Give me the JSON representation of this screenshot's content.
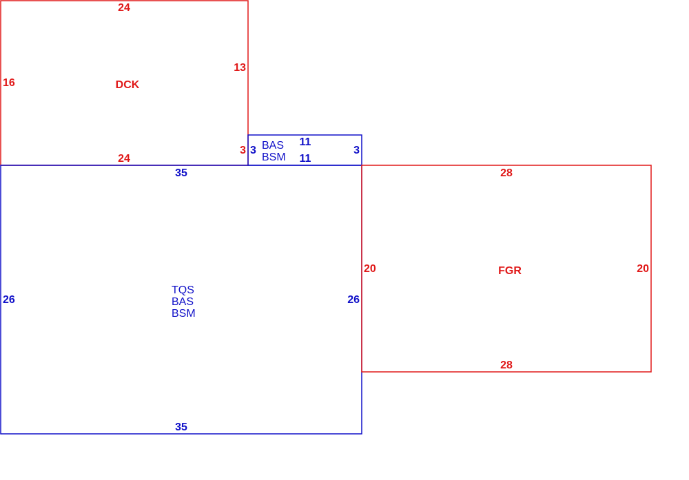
{
  "colors": {
    "red": "#e01818",
    "blue": "#1010c8"
  },
  "areas": {
    "dck": {
      "codes": [
        "DCK"
      ],
      "color": "red",
      "top": "24",
      "left": "16",
      "right": "13",
      "bottom": "24",
      "right_low": "3"
    },
    "bas_small": {
      "codes": [
        "BAS",
        "BSM"
      ],
      "color": "blue",
      "top": "11",
      "bottom": "11",
      "left": "3",
      "right": "3"
    },
    "main": {
      "codes": [
        "TQS",
        "BAS",
        "BSM"
      ],
      "color": "blue",
      "top": "35",
      "bottom": "35",
      "left": "26",
      "right": "26"
    },
    "fgr": {
      "codes": [
        "FGR"
      ],
      "color": "red",
      "top": "28",
      "bottom": "28",
      "left": "20",
      "right": "20"
    }
  }
}
